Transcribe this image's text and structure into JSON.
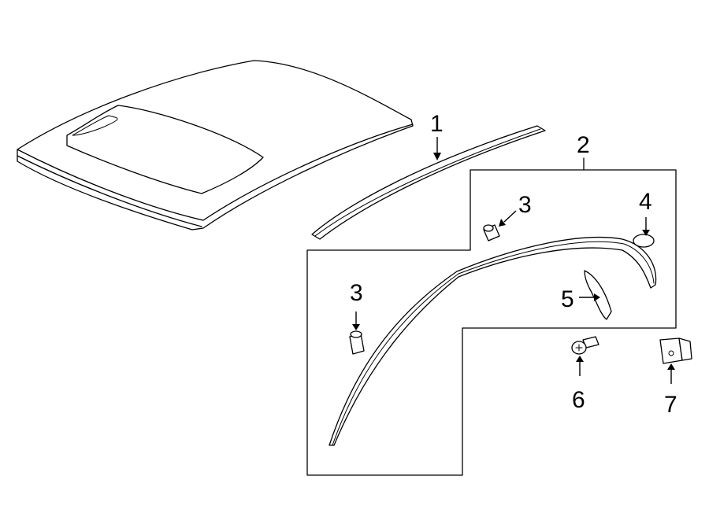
{
  "callouts": {
    "part_1": "1",
    "part_2": "2",
    "part_3_upper": "3",
    "part_3_lower": "3",
    "part_4": "4",
    "part_5": "5",
    "part_6": "6",
    "part_7": "7"
  }
}
